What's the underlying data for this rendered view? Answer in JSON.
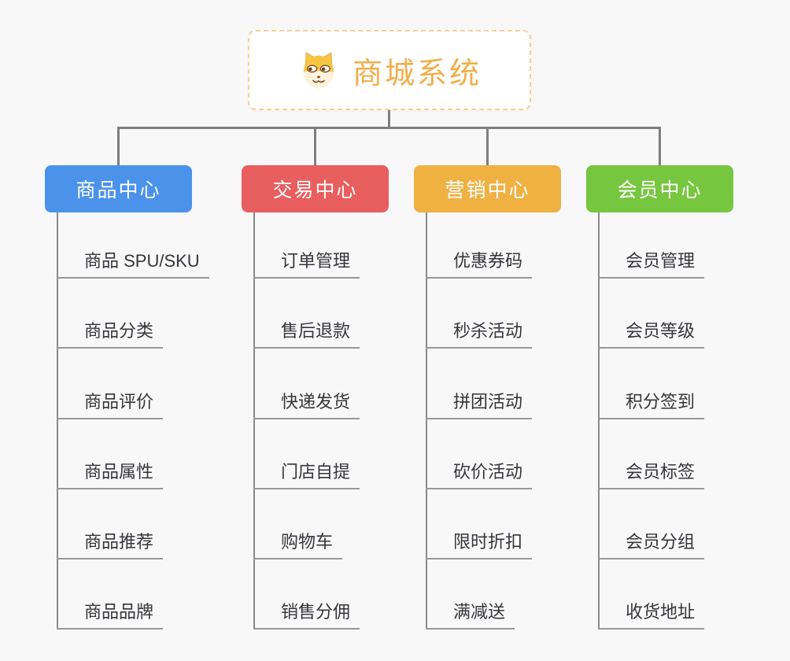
{
  "root": {
    "title": "商城系统",
    "icon": "dog-face-icon",
    "title_color": "#f2ae4b",
    "border_color": "#f6d193"
  },
  "branches": [
    {
      "label": "商品中心",
      "color": "#4b93ea",
      "children": [
        "商品 SPU/SKU",
        "商品分类",
        "商品评价",
        "商品属性",
        "商品推荐",
        "商品品牌"
      ]
    },
    {
      "label": "交易中心",
      "color": "#e95e5e",
      "children": [
        "订单管理",
        "售后退款",
        "快递发货",
        "门店自提",
        "购物车",
        "销售分佣"
      ]
    },
    {
      "label": "营销中心",
      "color": "#efb142",
      "children": [
        "优惠券码",
        "秒杀活动",
        "拼团活动",
        "砍价活动",
        "限时折扣",
        "满减送"
      ]
    },
    {
      "label": "会员中心",
      "color": "#77c63f",
      "children": [
        "会员管理",
        "会员等级",
        "积分签到",
        "会员标签",
        "会员分组",
        "收货地址"
      ]
    }
  ],
  "ui_colors": {
    "background": "#f8f8f8",
    "connector": "#7e7e7e",
    "leaf_underline": "#98989a",
    "leaf_text": "#35363a"
  }
}
